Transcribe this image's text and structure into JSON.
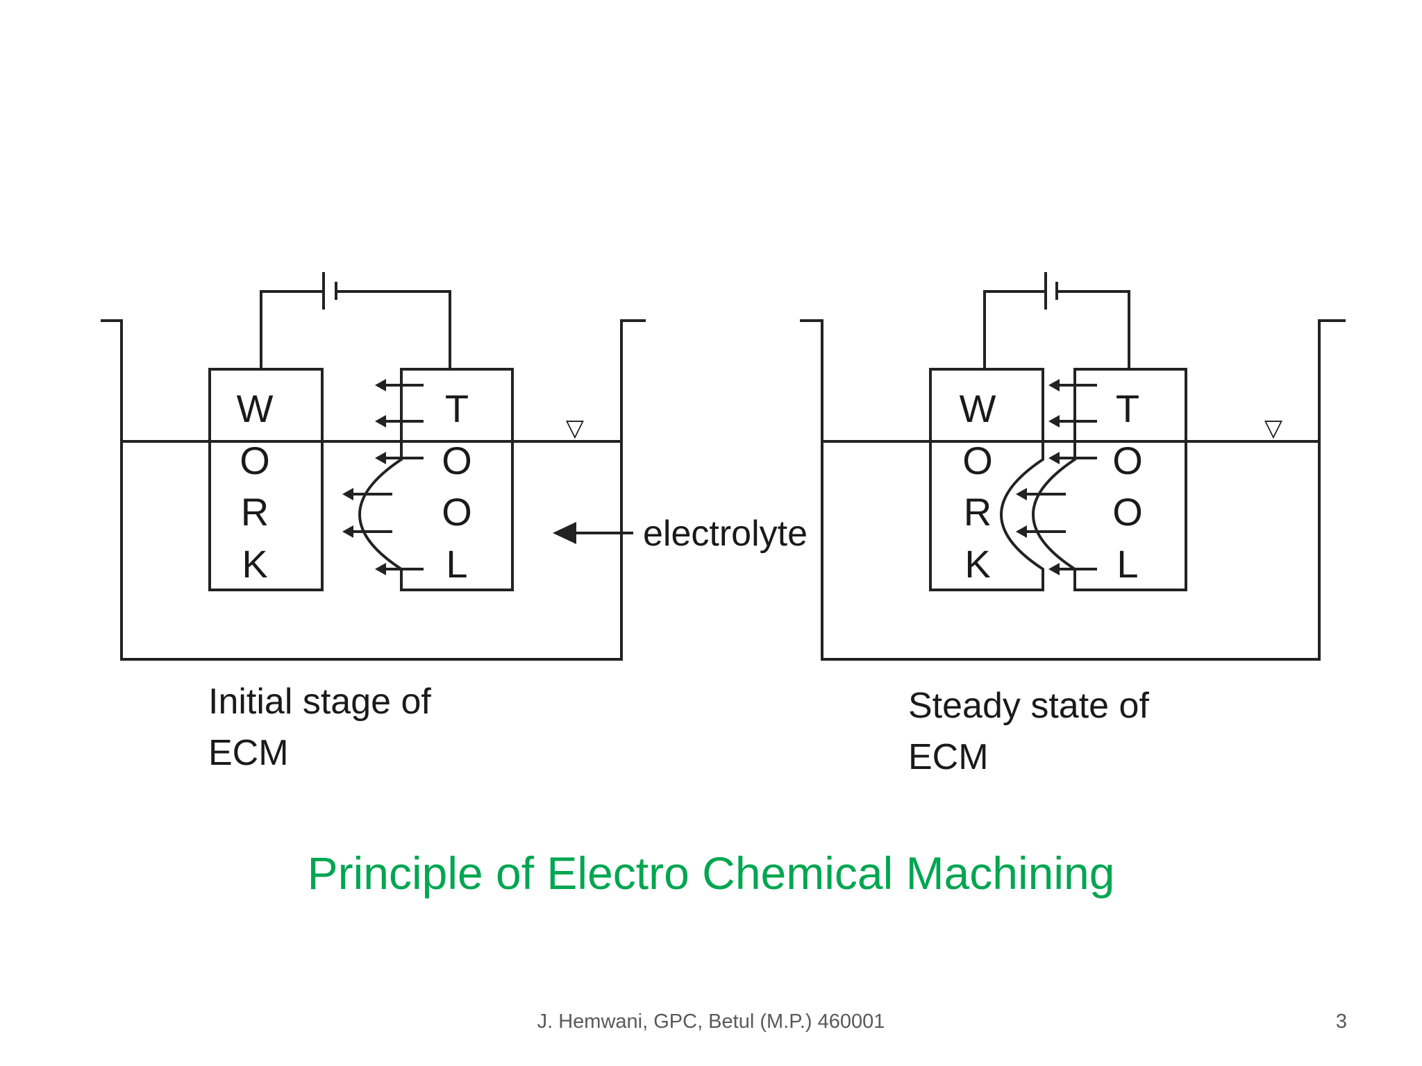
{
  "slide": {
    "title": "Principle of Electro Chemical Machining",
    "title_color": "#00a651",
    "footer": "J. Hemwani, GPC, Betul (M.P.) 460001",
    "page_number": "3"
  },
  "diagram": {
    "stroke_color": "#222222",
    "work_letters": [
      "W",
      "O",
      "R",
      "K"
    ],
    "tool_letters": [
      "T",
      "O",
      "O",
      "L"
    ],
    "electrolyte_label": "electrolyte",
    "level_symbol": "▽",
    "left_caption": [
      "Initial stage of",
      "ECM"
    ],
    "right_caption": [
      "Steady state of",
      "ECM"
    ]
  }
}
